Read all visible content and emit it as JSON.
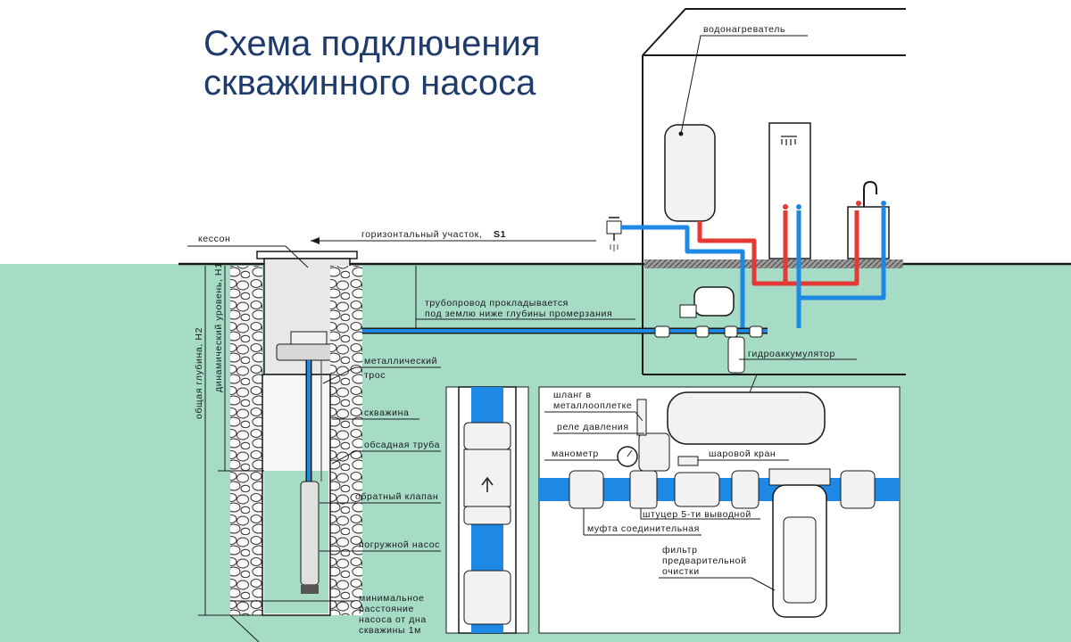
{
  "title": {
    "line1": "Схема подключения",
    "line2": "скважинного насоса"
  },
  "labels": {
    "water_heater": "водонагреватель",
    "caisson": "кессон",
    "horizontal_section": "горизонтальный участок,",
    "horizontal_section_code": "S1",
    "pipeline_line1": "трубопровод прокладывается",
    "pipeline_line2": "под землю ниже глубины промерзания",
    "total_depth": "общая глубина, H2",
    "dynamic_level": "динамический уровень, H1",
    "metal_cable_line1": "металлический",
    "metal_cable_line2": "трос",
    "well": "скважина",
    "casing_pipe": "обсадная труба",
    "check_valve": "обратный клапан",
    "submersible_pump": "погружной насос",
    "min_distance_line1": "минимальное",
    "min_distance_line2": "расстояние",
    "min_distance_line3": "насоса от дна",
    "min_distance_line4": "скважины 1м",
    "hydroaccumulator": "гидроаккумулятор",
    "hose_line1": "шланг в",
    "hose_line2": "металлооплетке",
    "pressure_relay": "реле давления",
    "manometer": "манометр",
    "ball_valve": "шаровой кран",
    "fitting_5way": "штуцер 5-ти выводной",
    "coupling": "муфта соединительная",
    "filter_line1": "фильтр",
    "filter_line2": "предварительной",
    "filter_line3": "очистки"
  },
  "colors": {
    "ground": "#a6dcc6",
    "cold_pipe": "#1e88e5",
    "hot_pipe": "#e53935",
    "title": "#1f3b6b",
    "caisson_fill": "#e8e8e8"
  },
  "icons": [
    "tap-icon",
    "shower-icon",
    "faucet-icon",
    "arrow-left-icon",
    "check-valve-arrow-icon"
  ]
}
